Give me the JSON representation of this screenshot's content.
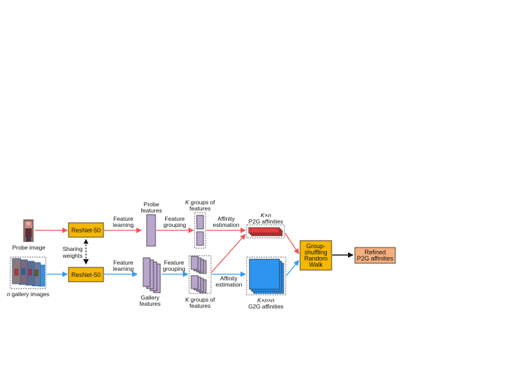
{
  "colors": {
    "probe_path": "#ee5555",
    "gallery_path": "#3399ee",
    "module_fill": "#f5b800",
    "feature_fill": "#b9a6cc",
    "p2g_fill": "#e83a3a",
    "g2g_fill": "#2d95f0",
    "refined_fill": "#f3b07e"
  },
  "inputs": {
    "probe_label": "Probe image",
    "gallery_var": "n",
    "gallery_label": " gallery images"
  },
  "modules": {
    "resnet_top": "ResNet-50",
    "resnet_bottom": "ResNet-50",
    "sharing_line1": "Sharing",
    "sharing_line2": "weights",
    "gsrw_line1": "Group-",
    "gsrw_line2": "shuffling",
    "gsrw_line3": "Random",
    "gsrw_line4": "Walk",
    "refined_line1": "Refined",
    "refined_line2": "P2G affinities"
  },
  "edge_labels": {
    "feature_learning_top_1": "Feature",
    "feature_learning_top_2": "learning",
    "feature_learning_bottom_1": "Feature",
    "feature_learning_bottom_2": "learning",
    "feature_grouping_top_1": "Feature",
    "feature_grouping_top_2": "grouping",
    "feature_grouping_bottom_1": "Feature",
    "feature_grouping_bottom_2": "grouping",
    "affinity_top_1": "Affinity",
    "affinity_top_2": "estimation",
    "affinity_bottom_1": "Affinity",
    "affinity_bottom_2": "estimation"
  },
  "features": {
    "probe_line1": "Probe",
    "probe_line2": "features",
    "gallery_line1": "Gallery",
    "gallery_line2": "features",
    "k_var": "K",
    "groups_top_line1": " groups of",
    "groups_top_line2": "features",
    "groups_bottom_line1": " groups of",
    "groups_bottom_line2": "features"
  },
  "affinities": {
    "p2g_dims": "K×n",
    "p2g_label": "P2G affinities",
    "g2g_dims": "K×n×n",
    "g2g_label": "G2G affinities"
  }
}
